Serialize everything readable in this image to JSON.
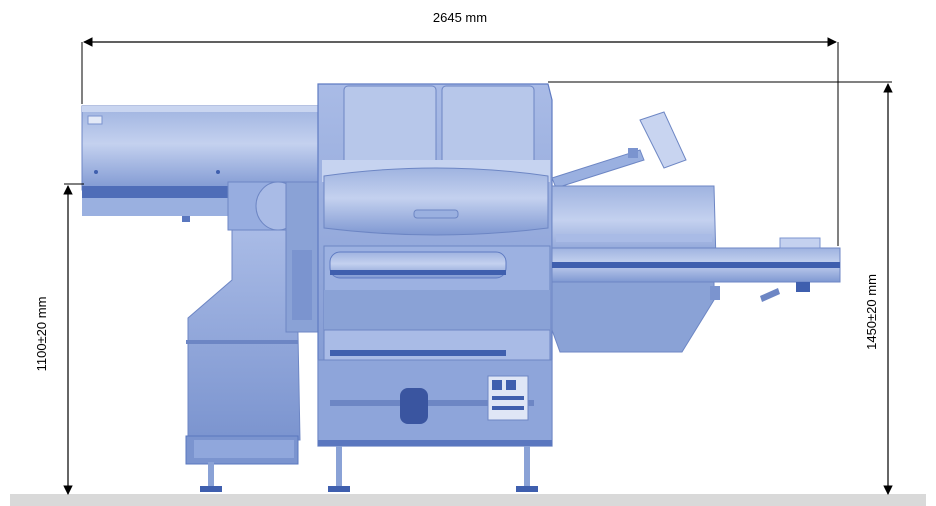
{
  "diagram": {
    "dimensions": {
      "overall_width": "2645 mm",
      "infeed_height": "1100±20 mm",
      "overall_height": "1450±20 mm"
    },
    "colors": {
      "machine_body": "#8aa2d6",
      "machine_light": "#b3c4e8",
      "machine_dark": "#3f5fae",
      "machine_shadow": "#5a77bf",
      "floor": "#d9d9d9",
      "dimension_line": "#000000"
    }
  }
}
